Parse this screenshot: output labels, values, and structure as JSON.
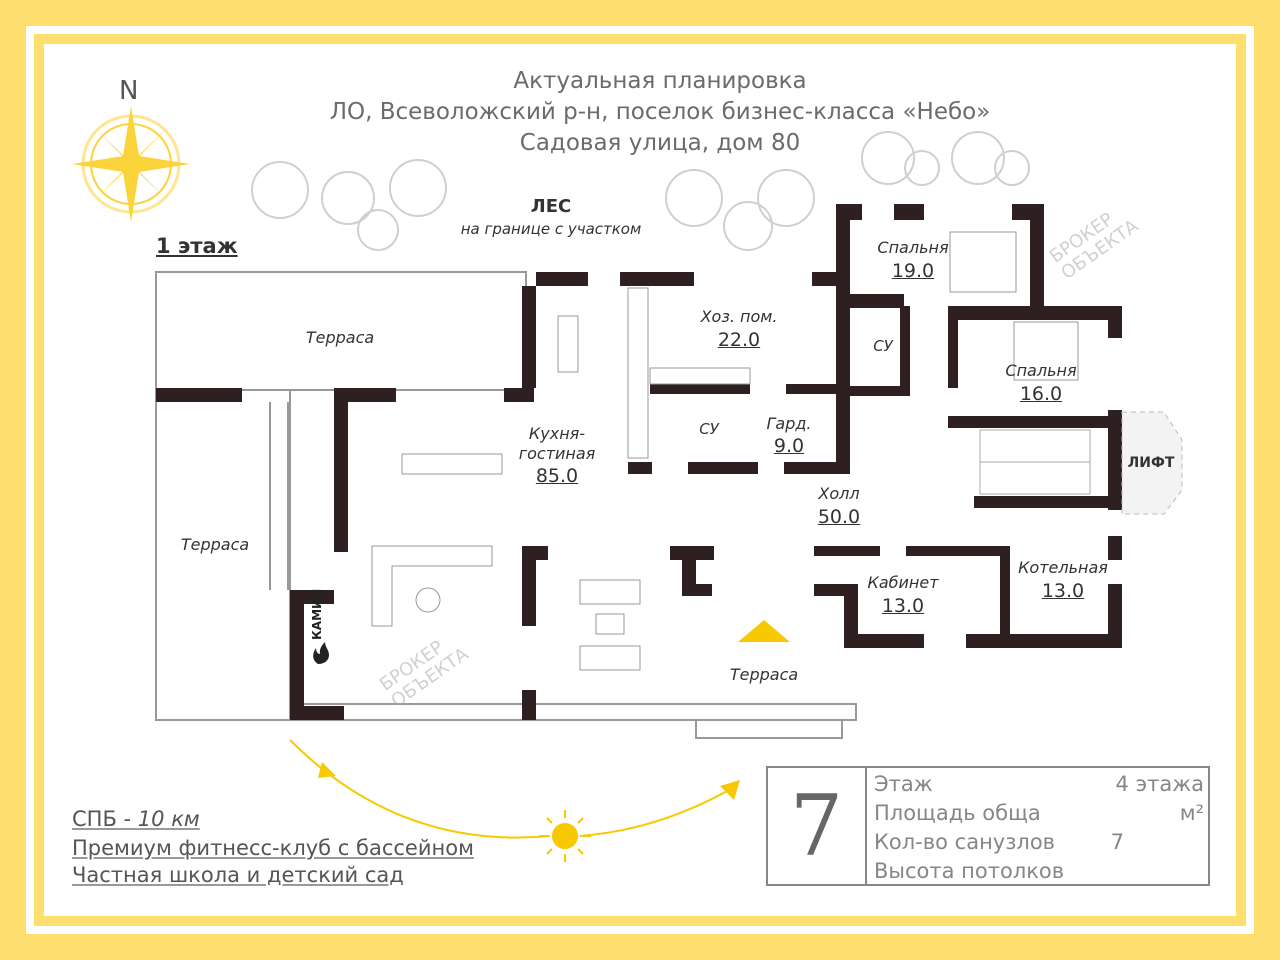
{
  "header": {
    "line1": "Актуальная планировка",
    "line2": "ЛО, Всеволожский р-н, поселок бизнес-класса «Небо»",
    "line3": "Садовая улица, дом 80"
  },
  "compass": {
    "label": "N"
  },
  "forest": {
    "title": "ЛЕС",
    "subtitle": "на границе с участком"
  },
  "floor_label": "1 этаж",
  "rooms": {
    "terrace_top": {
      "name": "Терраса"
    },
    "terrace_left": {
      "name": "Терраса"
    },
    "terrace_bottom": {
      "name": "Терраса"
    },
    "utility": {
      "name": "Хоз. пом.",
      "area": "22.0"
    },
    "bedroom1": {
      "name": "Спальня",
      "area": "19.0"
    },
    "bath1": {
      "name": "СУ"
    },
    "bedroom2": {
      "name": "Спальня",
      "area": "16.0"
    },
    "kitchen": {
      "name": "Кухня-\nгостиная",
      "name1": "Кухня-",
      "name2": "гостиная",
      "area": "85.0"
    },
    "bath2": {
      "name": "СУ"
    },
    "wardrobe": {
      "name": "Гард.",
      "area": "9.0"
    },
    "lift": {
      "name": "ЛИФТ"
    },
    "hall": {
      "name": "Холл",
      "area": "50.0"
    },
    "office": {
      "name": "Кабинет",
      "area": "13.0"
    },
    "boiler": {
      "name": "Котельная",
      "area": "13.0"
    },
    "fireplace": {
      "name": "КАМИН"
    }
  },
  "watermark": {
    "line1": "БРОКЕР",
    "line2": "ОБЪЕКТА"
  },
  "nearby": [
    {
      "label": "СПБ - ",
      "distance": "10 км"
    },
    {
      "label": "Премиум фитнесс-клуб с бассейном"
    },
    {
      "label": "Частная школа и детский сад"
    }
  ],
  "info": {
    "number": "7",
    "rows": [
      {
        "label": "Этаж",
        "value": "4 этажа"
      },
      {
        "label": "Площадь обща",
        "value": "м²"
      },
      {
        "label": "Кол-во санузлов",
        "value": "7"
      },
      {
        "label": "Высота потолков",
        "value": ""
      }
    ]
  },
  "colors": {
    "frame": "#fede6e",
    "wall": "#2e2020",
    "accent": "#f8c800",
    "text": "#6b6b6b"
  }
}
